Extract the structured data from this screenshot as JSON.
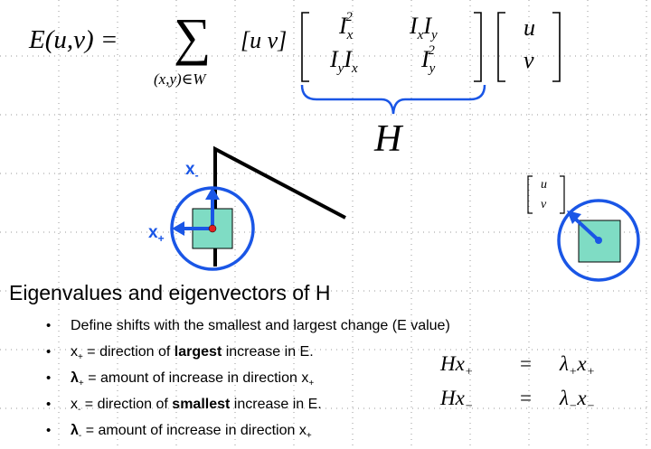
{
  "equation": {
    "lhs": "E(u,v) =",
    "sum_symbol": "∑",
    "sum_subscript": "(x,y)∈W",
    "row_vector": "[u v]",
    "matrix": [
      [
        "I",
        "x",
        "2",
        "I",
        "x",
        "I",
        "y"
      ],
      [
        "I",
        "y",
        "I",
        "x",
        "I",
        "y",
        "2"
      ]
    ],
    "col_vector": [
      "u",
      "v"
    ],
    "brace_label": "H"
  },
  "diagram": {
    "label_x_minus": "x",
    "label_x_minus_sub": "-",
    "label_x_plus": "x",
    "label_x_plus_sub": "+",
    "small_vector": [
      "u",
      "v"
    ]
  },
  "text": {
    "heading": "Eigenvalues and eigenvectors of H",
    "bullets": [
      {
        "pre": "Define shifts with the smallest and largest change (E value)"
      },
      {
        "pre": "x",
        "sub": "+",
        "mid": " = direction of ",
        "bold": "largest",
        "post": " increase in E."
      },
      {
        "pre": "λ",
        "sub": "+",
        "mid": " = amount of increase in direction x",
        "sub2": "+"
      },
      {
        "pre": "x",
        "sub": "-",
        "mid": " = direction of ",
        "bold": "smallest",
        "post": " increase in E."
      },
      {
        "pre": "λ",
        "sub": "-",
        "mid": " = amount of increase in direction x",
        "sub2": "+"
      }
    ]
  },
  "eigen_equations": [
    {
      "lhs": "Hx",
      "lhs_sub": "+",
      "eq": "=",
      "rhs_a": "λ",
      "rhs_a_sub": "+",
      "rhs_b": "x",
      "rhs_b_sub": "+"
    },
    {
      "lhs": "Hx",
      "lhs_sub": "−",
      "eq": "=",
      "rhs_a": "λ",
      "rhs_a_sub": "−",
      "rhs_b": "x",
      "rhs_b_sub": "−"
    }
  ],
  "colors": {
    "blue": "#1a56e6",
    "patch": "#7fdcc4",
    "red_dot": "#e02020",
    "grid_dot": "#9a9a9a"
  }
}
